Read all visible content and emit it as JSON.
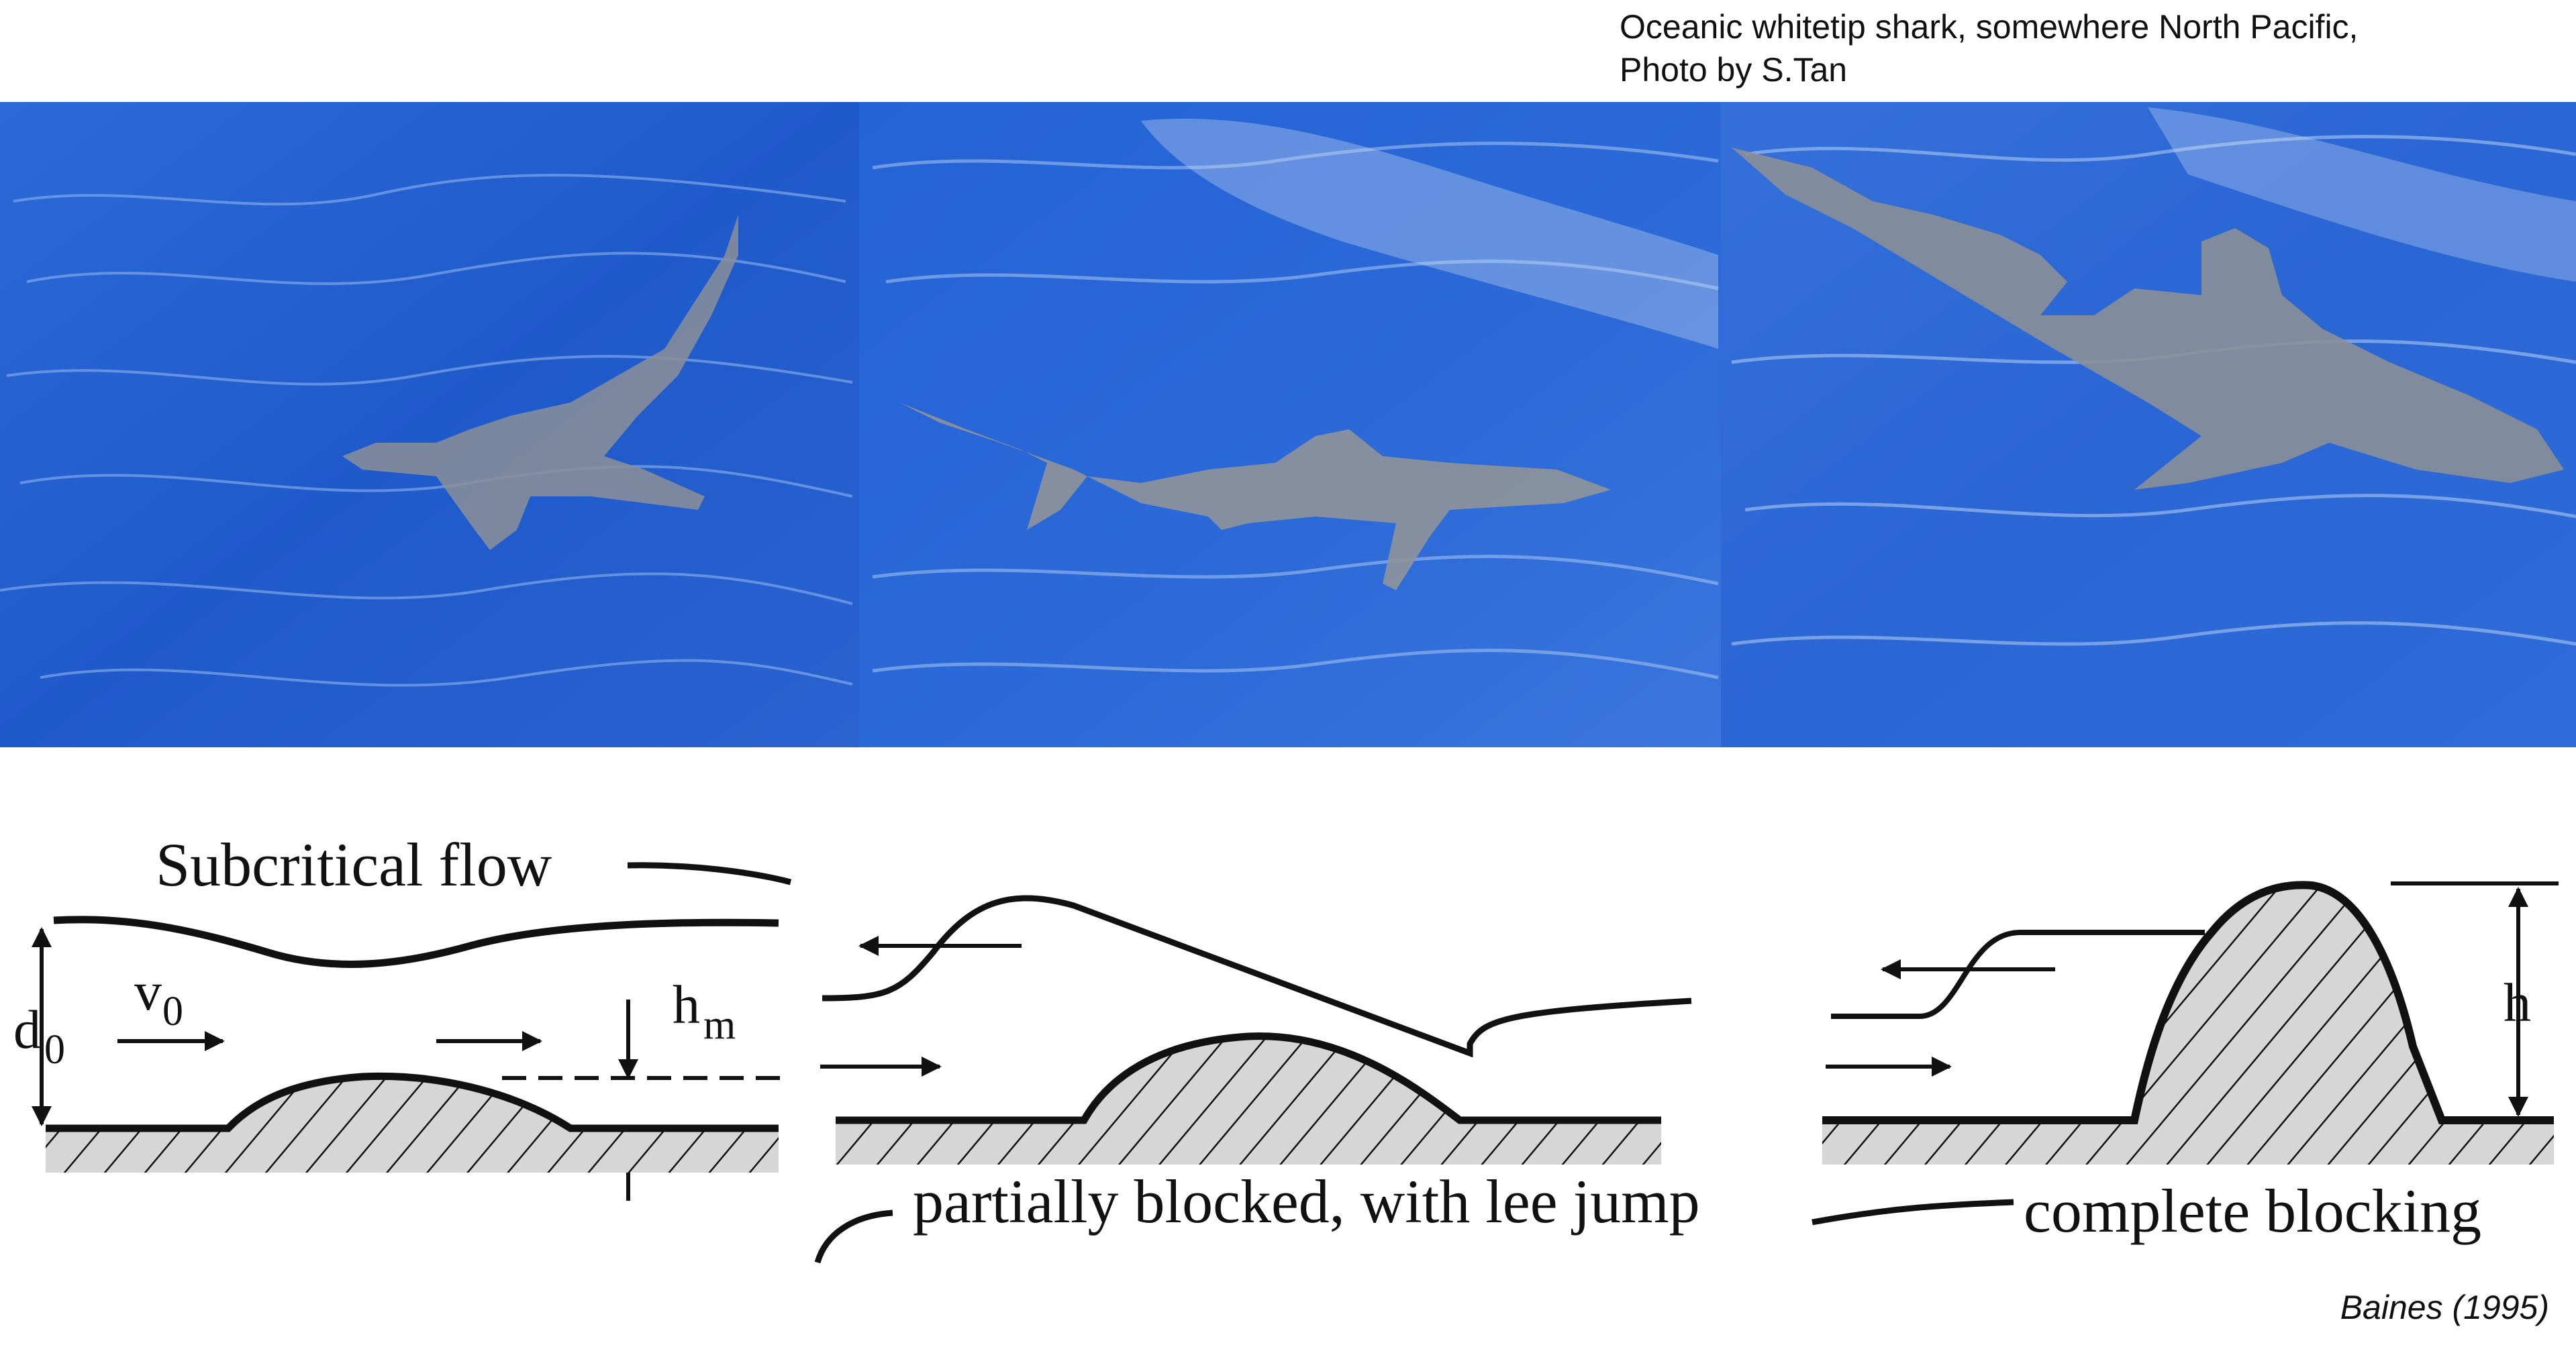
{
  "caption": {
    "line1": "Oceanic whitetip shark, somewhere North Pacific,",
    "line2": "Photo by S.Tan"
  },
  "photos": [
    {
      "subject": "oceanic-whitetip-shark",
      "view": "from-above",
      "water_color": "#1f5fd0"
    },
    {
      "subject": "oceanic-whitetip-shark",
      "view": "from-above-side",
      "water_color": "#2a63d4"
    },
    {
      "subject": "oceanic-whitetip-shark",
      "view": "from-above-dorsal-fin",
      "water_color": "#2d66d6"
    }
  ],
  "panels": {
    "subcritical": {
      "title": "Subcritical flow",
      "depth_label": "d",
      "depth_sub": "0",
      "velocity_label": "v",
      "velocity_sub": "0",
      "height_label": "h",
      "height_sub": "m"
    },
    "lee_jump": {
      "title": "partially blocked, with lee jump"
    },
    "blocking": {
      "title": "complete blocking",
      "height_label": "h"
    }
  },
  "source": "Baines (1995)",
  "colors": {
    "ink": "#111111",
    "ground": "#d6d6d6",
    "water": "#1f5fd0"
  }
}
